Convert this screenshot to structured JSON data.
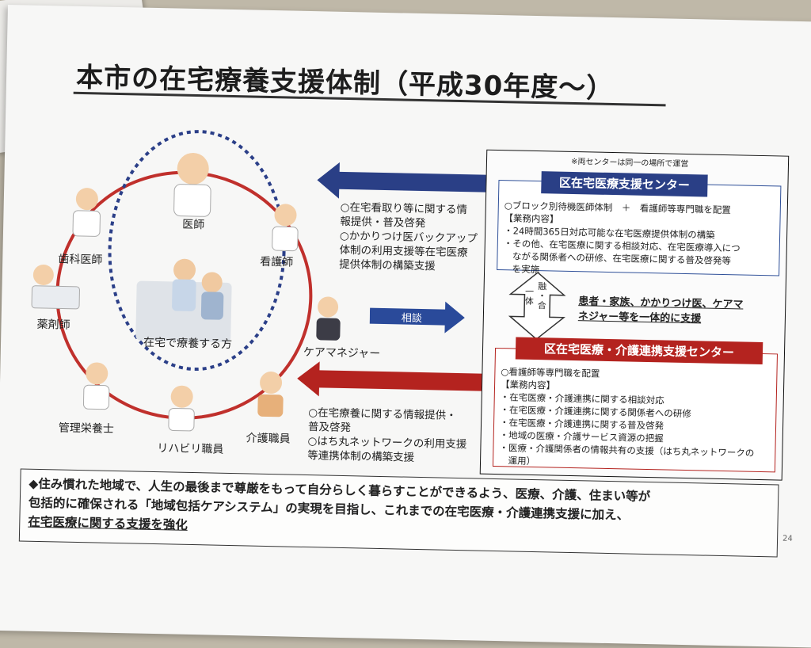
{
  "title": "本市の在宅療養支援体制（平成30年度～）",
  "circle": {
    "center_label": "在宅で療養する方",
    "roles": {
      "doctor": "医師",
      "nurse": "看護師",
      "care_manager": "ケアマネジャー",
      "care_worker": "介護職員",
      "rehab": "リハビリ職員",
      "dietitian": "管理栄養士",
      "pharmacist": "薬剤師",
      "dentist": "歯科医師"
    }
  },
  "arrows": {
    "consult_label": "相談"
  },
  "top_bullets": [
    "○在宅看取り等に関する情",
    "報提供・普及啓発",
    "○かかりつけ医バックアップ",
    "体制の利用支援等在宅医療",
    "提供体制の構築支援"
  ],
  "bottom_bullets": [
    "○在宅療養に関する情報提供・",
    "普及啓発",
    "○はち丸ネットワークの利用支援",
    "等連携体制の構築支援"
  ],
  "right_panel": {
    "note": "※両センターは同一の場所で運営",
    "center1": {
      "header": "区在宅医療支援センター",
      "lines": [
        "○ブロック別待機医師体制　＋　看護師等専門職を配置",
        "【業務内容】",
        "・24時間365日対応可能な在宅医療提供体制の構築",
        "・その他、在宅医療に関する相談対応、在宅医療導入につ",
        "　ながる関係者への研修、在宅医療に関する普及啓発等",
        "　を実施"
      ]
    },
    "fusion": [
      "一",
      "体",
      "・",
      "融",
      "合"
    ],
    "fusion_text": "患者・家族、かかりつけ医、ケアマネジャー等を一体的に支援",
    "center2": {
      "header": "区在宅医療・介護連携支援センター",
      "lines": [
        "○看護師等専門職を配置",
        "【業務内容】",
        "・在宅医療・介護連携に関する相談対応",
        "・在宅医療・介護連携に関する関係者への研修",
        "・在宅医療・介護連携に関する普及啓発",
        "・地域の医療・介護サービス資源の把握",
        "・医療・介護関係者の情報共有の支援（はち丸ネットワークの",
        "　運用）"
      ]
    }
  },
  "bottom": {
    "line1": "◆住み慣れた地域で、人生の最後まで尊厳をもって自分らしく暮らすことができるよう、医療、介護、住まい等が",
    "line2": "包括的に確保される「地域包括ケアシステム」の実現を目指し、これまでの在宅医療・介護連携支援に加え、",
    "line3": "在宅医療に関する支援を強化"
  },
  "page_number": "24",
  "colors": {
    "navy": "#2a3f86",
    "red": "#b4231f",
    "circle_red": "#c0302c",
    "dotted_blue": "#2b3f88"
  }
}
